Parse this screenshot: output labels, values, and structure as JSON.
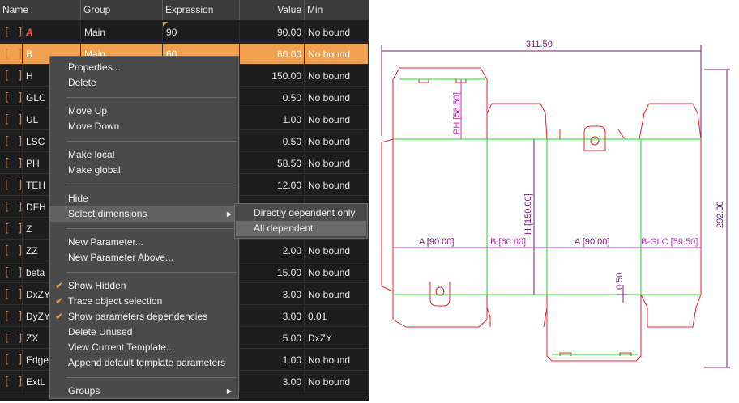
{
  "columns": [
    "Name",
    "Group",
    "Expression",
    "Value",
    "Min"
  ],
  "rows": [
    {
      "name": "A",
      "group": "Main",
      "expr": "90",
      "value": "90.00",
      "min": "No bound"
    },
    {
      "name": "B",
      "group": "Main",
      "expr": "60",
      "value": "60.00",
      "min": "No bound",
      "selected": true
    },
    {
      "name": "H",
      "group": "",
      "expr": "",
      "value": "150.00",
      "min": "No bound"
    },
    {
      "name": "GLC",
      "group": "",
      "expr": "",
      "value": "0.50",
      "min": "No bound"
    },
    {
      "name": "UL",
      "group": "",
      "expr": "",
      "value": "1.00",
      "min": "No bound"
    },
    {
      "name": "LSC",
      "group": "",
      "expr": "",
      "value": "0.50",
      "min": "No bound"
    },
    {
      "name": "PH",
      "group": "",
      "expr": "",
      "value": "58.50",
      "min": "No bound"
    },
    {
      "name": "TEH",
      "group": "",
      "expr": "",
      "value": "12.00",
      "min": "No bound"
    },
    {
      "name": "DFH",
      "group": "",
      "expr": "",
      "value": "",
      "min": ""
    },
    {
      "name": "Z",
      "group": "",
      "expr": "",
      "value": "",
      "min": ""
    },
    {
      "name": "ZZ",
      "group": "",
      "expr": "",
      "value": "2.00",
      "min": "No bound"
    },
    {
      "name": "beta",
      "group": "",
      "expr": "",
      "value": "15.00",
      "min": "No bound"
    },
    {
      "name": "DxZY",
      "group": "",
      "expr": "",
      "value": "3.00",
      "min": "No bound"
    },
    {
      "name": "DyZY",
      "group": "",
      "expr": "",
      "value": "3.00",
      "min": "0.01"
    },
    {
      "name": "ZX",
      "group": "",
      "expr": "",
      "value": "5.00",
      "min": "DxZY"
    },
    {
      "name": "EdgeT",
      "group": "",
      "expr": "",
      "value": "1.00",
      "min": "No bound"
    },
    {
      "name": "ExtL",
      "group": "",
      "expr": "",
      "value": "3.00",
      "min": "No bound"
    }
  ],
  "menu": {
    "items": [
      {
        "label": "Properties...",
        "type": "item"
      },
      {
        "label": "Delete",
        "type": "item"
      },
      {
        "type": "sep"
      },
      {
        "label": "Move Up",
        "type": "item"
      },
      {
        "label": "Move Down",
        "type": "item"
      },
      {
        "type": "sep"
      },
      {
        "label": "Make local",
        "type": "item"
      },
      {
        "label": "Make global",
        "type": "item"
      },
      {
        "type": "sep"
      },
      {
        "label": "Hide",
        "type": "item"
      },
      {
        "label": "Select dimensions",
        "type": "item",
        "submenu": true,
        "highlight": true
      },
      {
        "type": "sep"
      },
      {
        "label": "New Parameter...",
        "type": "item"
      },
      {
        "label": "New Parameter Above...",
        "type": "item"
      },
      {
        "type": "sep"
      },
      {
        "label": "Show Hidden",
        "type": "item",
        "checked": true
      },
      {
        "label": "Trace object selection",
        "type": "item",
        "checked": true
      },
      {
        "label": "Show parameters dependencies",
        "type": "item",
        "checked": true
      },
      {
        "label": "Delete Unused",
        "type": "item"
      },
      {
        "label": "View Current Template...",
        "type": "item"
      },
      {
        "label": "Append default template parameters",
        "type": "item"
      },
      {
        "type": "sep"
      },
      {
        "label": "Groups",
        "type": "item",
        "submenu": true
      }
    ]
  },
  "submenu": {
    "items": [
      {
        "label": "Directly dependent only"
      },
      {
        "label": "All dependent",
        "highlight": true
      }
    ]
  },
  "drawing": {
    "dims": {
      "width": "311.50",
      "height": "292.00",
      "ph": "PH [58.50]",
      "h": "H [150.00]",
      "a1": "A [90.00]",
      "b": "B [60.00]",
      "a2": "A [90.00]",
      "bglc": "B-GLC [59.50]",
      "gap": "0.50"
    },
    "colors": {
      "cut": "#e8242b",
      "crease": "#22dd22",
      "dim": "#7a1c7a",
      "highlight": "#d02bd0"
    }
  }
}
